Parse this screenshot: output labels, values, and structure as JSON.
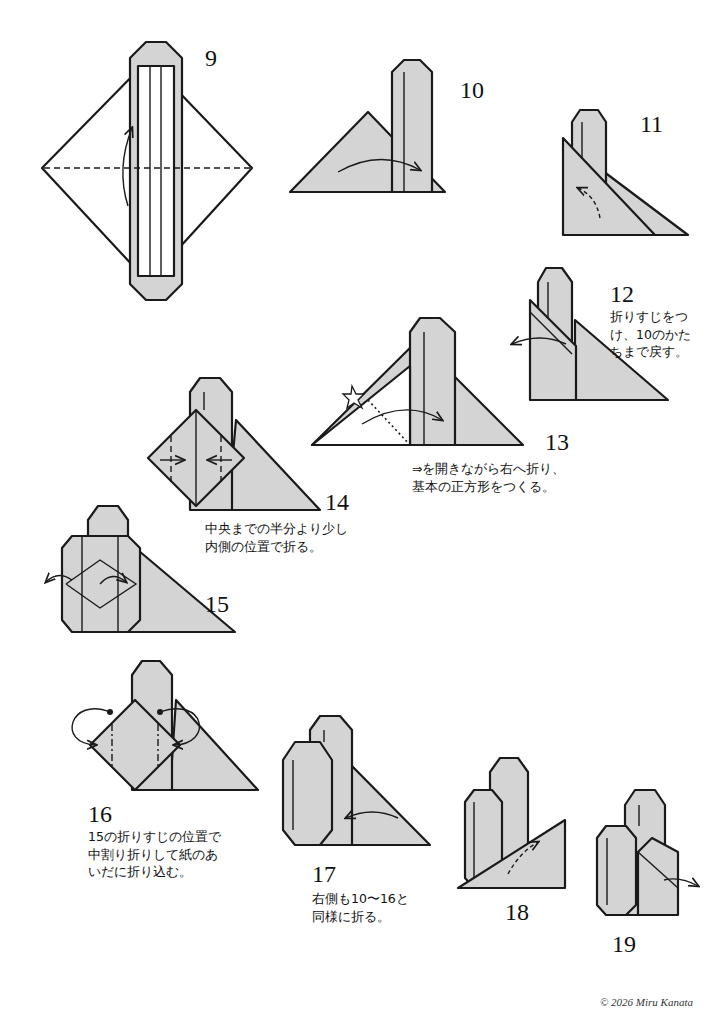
{
  "diagram": {
    "labels": [
      "9",
      "10",
      "11",
      "12",
      "折りすじをつ け、10のかた ちまで戻す。",
      "13",
      "⇒を開きながら右へ折り、 基本の正方形をつくる。",
      "14",
      "中央までの半分より少し 内側の位置で折る。",
      "15",
      "16",
      "15の折りすじの位置で 中割り折りして紙のあ いだに折り込む。",
      "17",
      "右側も10〜16と 同様に折る。",
      "18",
      "19",
      "© 2026 Miru Kanata"
    ]
  }
}
